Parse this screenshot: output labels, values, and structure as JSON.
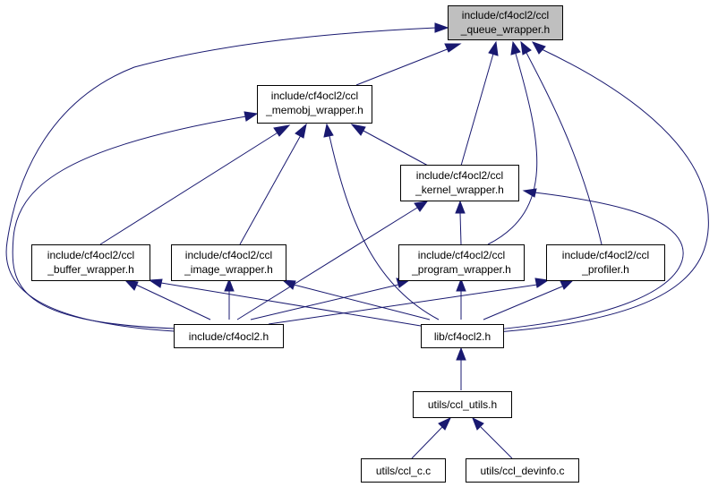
{
  "colors": {
    "edge": "#191970",
    "node_fill": "#ffffff",
    "focus_fill": "#bfbfbf",
    "node_border": "#000000"
  },
  "nodes": {
    "queue": {
      "lines": [
        "include/cf4ocl2/ccl",
        "_queue_wrapper.h"
      ]
    },
    "memobj": {
      "lines": [
        "include/cf4ocl2/ccl",
        "_memobj_wrapper.h"
      ]
    },
    "kernel": {
      "lines": [
        "include/cf4ocl2/ccl",
        "_kernel_wrapper.h"
      ]
    },
    "buffer": {
      "lines": [
        "include/cf4ocl2/ccl",
        "_buffer_wrapper.h"
      ]
    },
    "image": {
      "lines": [
        "include/cf4ocl2/ccl",
        "_image_wrapper.h"
      ]
    },
    "program": {
      "lines": [
        "include/cf4ocl2/ccl",
        "_program_wrapper.h"
      ]
    },
    "profiler": {
      "lines": [
        "include/cf4ocl2/ccl",
        "_profiler.h"
      ]
    },
    "cf4ocl2h": {
      "lines": [
        "include/cf4ocl2.h"
      ]
    },
    "libcf4": {
      "lines": [
        "lib/cf4ocl2.h"
      ]
    },
    "utils": {
      "lines": [
        "utils/ccl_utils.h"
      ]
    },
    "cclc": {
      "lines": [
        "utils/ccl_c.c"
      ]
    },
    "devinfo": {
      "lines": [
        "utils/ccl_devinfo.c"
      ]
    }
  }
}
